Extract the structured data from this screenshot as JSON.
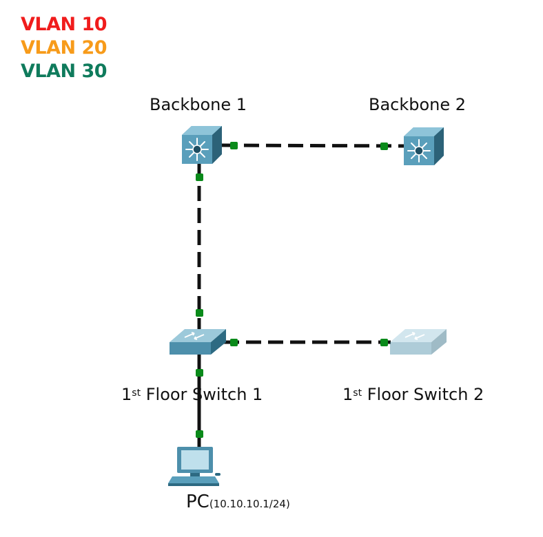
{
  "legend": [
    {
      "label": "VLAN 10",
      "color": "#f01c1c"
    },
    {
      "label": "VLAN 20",
      "color": "#f79b1a"
    },
    {
      "label": "VLAN 30",
      "color": "#0f7b5c"
    }
  ],
  "devices": {
    "backbone1": {
      "label": "Backbone 1",
      "type": "multilayer-switch"
    },
    "backbone2": {
      "label": "Backbone 2",
      "type": "multilayer-switch"
    },
    "floor_switch1": {
      "ordinal": "1",
      "ordinal_suffix": "st",
      "label": "Floor Switch 1",
      "type": "switch"
    },
    "floor_switch2": {
      "ordinal": "1",
      "ordinal_suffix": "st",
      "label": "Floor Switch 2",
      "type": "switch",
      "state": "faded"
    },
    "pc": {
      "label": "PC",
      "address": "(10.10.10.1/24)",
      "type": "pc"
    }
  },
  "links": [
    {
      "from": "Backbone 1",
      "to": "Backbone 2",
      "style": "dashed",
      "status": "up"
    },
    {
      "from": "Backbone 1",
      "to": "Floor Switch 1",
      "style": "dashed",
      "status": "up"
    },
    {
      "from": "Floor Switch 1",
      "to": "Floor Switch 2",
      "style": "dashed",
      "status": "up"
    },
    {
      "from": "Floor Switch 1",
      "to": "PC",
      "style": "solid",
      "status": "up"
    }
  ],
  "colors": {
    "link": "#111111",
    "port_up": "#0a8a1a"
  }
}
